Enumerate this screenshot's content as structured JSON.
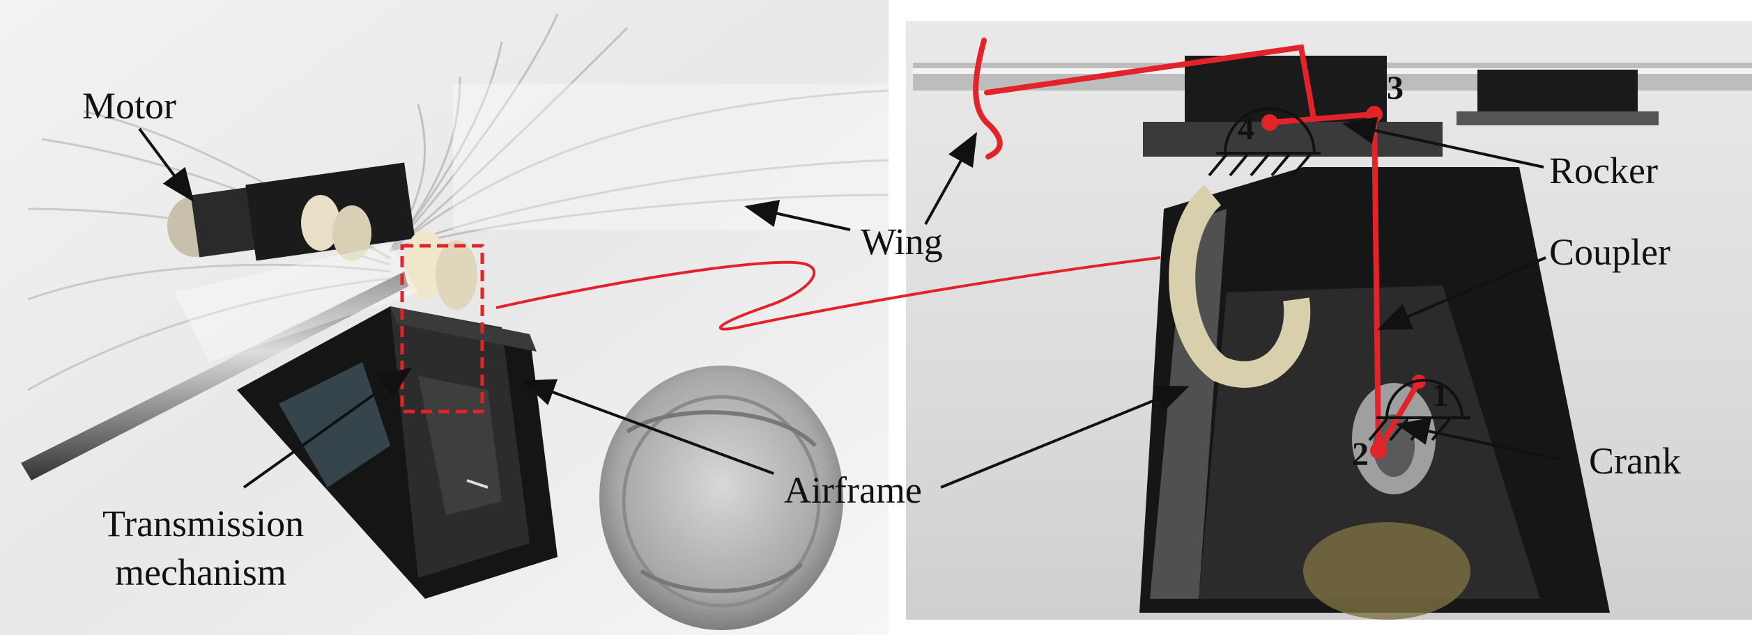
{
  "figure": {
    "labels": {
      "motor": "Motor",
      "wing": "Wing",
      "transmission_line1": "Transmission",
      "transmission_line2": "mechanism",
      "airframe": "Airframe",
      "rocker": "Rocker",
      "coupler": "Coupler",
      "crank": "Crank"
    },
    "joints": [
      "1",
      "2",
      "3",
      "4"
    ]
  },
  "colors": {
    "linkage": "#e3232a",
    "arrow": "#111111",
    "background": "#ffffff"
  }
}
